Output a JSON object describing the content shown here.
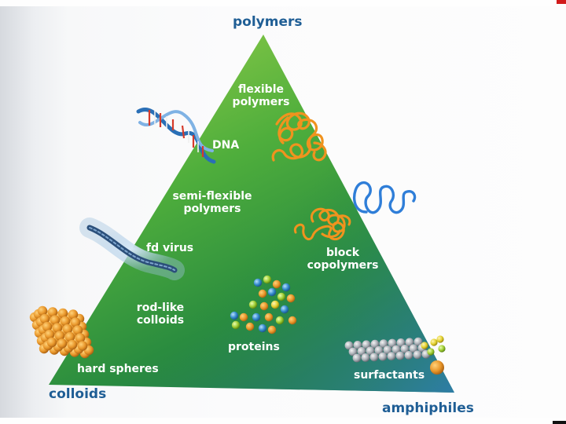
{
  "vertices": {
    "top": "polymers",
    "left": "colloids",
    "right": "amphiphiles"
  },
  "labels": {
    "flexible": "flexible polymers",
    "dna": "DNA",
    "semi_flexible": "semi-flexible polymers",
    "fd_virus": "fd virus",
    "block_copolymers": "block copolymers",
    "rod_like": "rod-like colloids",
    "proteins": "proteins",
    "hard_spheres": "hard spheres",
    "surfactants": "surfactants"
  },
  "colors": {
    "vertex_text": "#1f5e95",
    "triangle_top": "#8cc83c",
    "triangle_mid": "#2f9a3a",
    "triangle_bottom_right": "#2f7db0",
    "polymer_orange": "#f0931e",
    "polymer_blue": "#2f7ed8"
  },
  "icons": [
    "dna-helix-icon",
    "polymer-coil-icon",
    "blue-chain-icon",
    "block-copolymer-icon",
    "fd-virus-icon",
    "protein-cluster-icon",
    "hard-spheres-icon",
    "surfactant-icon"
  ]
}
